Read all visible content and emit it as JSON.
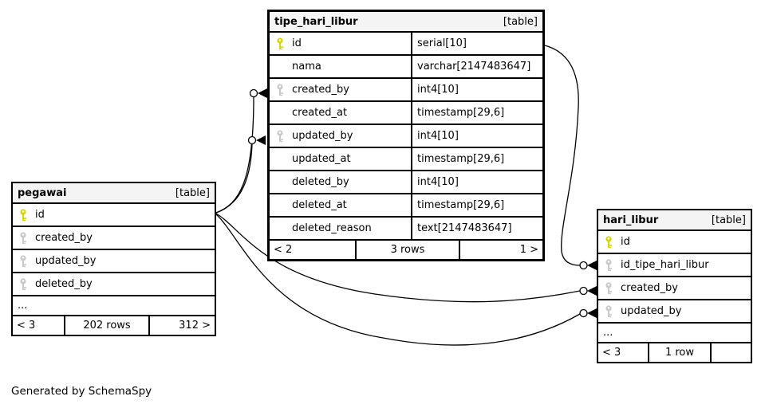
{
  "generator_note": "Generated by SchemaSpy",
  "colors": {
    "primary_key": "#d6d600",
    "foreign_key": "#c9c9c9",
    "header_bg": "#f4f4f4",
    "line": "#000000"
  },
  "tables": {
    "tipe_hari_libur": {
      "title": "tipe_hari_libur",
      "badge": "[table]",
      "columns": [
        {
          "name": "id",
          "type": "serial[10]",
          "key": "primary"
        },
        {
          "name": "nama",
          "type": "varchar[2147483647]",
          "key": "none"
        },
        {
          "name": "created_by",
          "type": "int4[10]",
          "key": "foreign"
        },
        {
          "name": "created_at",
          "type": "timestamp[29,6]",
          "key": "none"
        },
        {
          "name": "updated_by",
          "type": "int4[10]",
          "key": "foreign"
        },
        {
          "name": "updated_at",
          "type": "timestamp[29,6]",
          "key": "none"
        },
        {
          "name": "deleted_by",
          "type": "int4[10]",
          "key": "none"
        },
        {
          "name": "deleted_at",
          "type": "timestamp[29,6]",
          "key": "none"
        },
        {
          "name": "deleted_reason",
          "type": "text[2147483647]",
          "key": "none"
        }
      ],
      "footer": {
        "prev": "< 2",
        "rows": "3 rows",
        "next": "1 >"
      }
    },
    "pegawai": {
      "title": "pegawai",
      "badge": "[table]",
      "columns": [
        {
          "name": "id",
          "key": "primary"
        },
        {
          "name": "created_by",
          "key": "foreign"
        },
        {
          "name": "updated_by",
          "key": "foreign"
        },
        {
          "name": "deleted_by",
          "key": "foreign"
        }
      ],
      "ellipsis": "...",
      "footer": {
        "prev": "< 3",
        "rows": "202 rows",
        "next": "312 >"
      }
    },
    "hari_libur": {
      "title": "hari_libur",
      "badge": "[table]",
      "columns": [
        {
          "name": "id",
          "key": "primary"
        },
        {
          "name": "id_tipe_hari_libur",
          "key": "foreign"
        },
        {
          "name": "created_by",
          "key": "foreign"
        },
        {
          "name": "updated_by",
          "key": "foreign"
        }
      ],
      "ellipsis": "...",
      "footer": {
        "prev": "< 3",
        "rows": "1 row",
        "next": ""
      }
    }
  }
}
